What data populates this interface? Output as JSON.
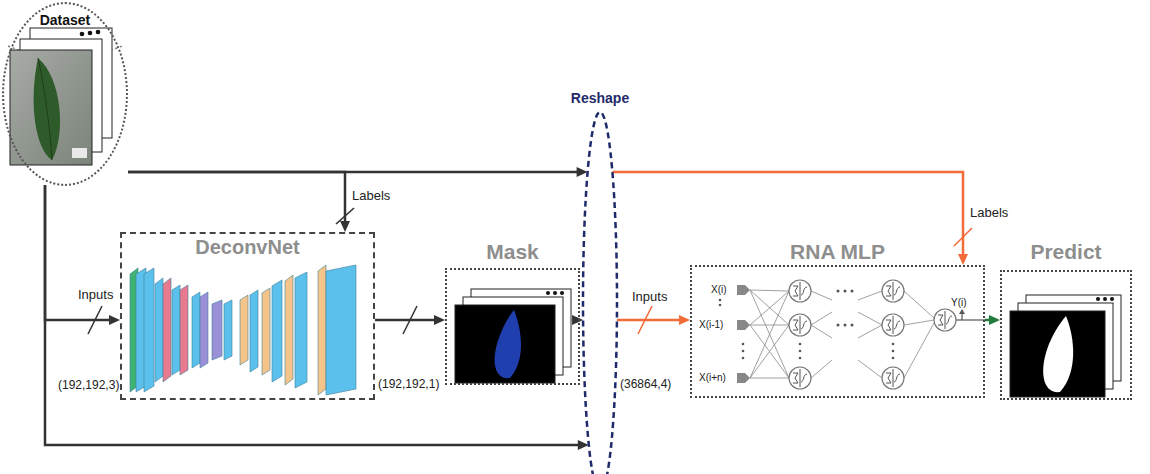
{
  "diagram": {
    "nodes": [
      {
        "text": [
          "Dataset"
        ]
      },
      {
        "text": [
          "DeconvNet"
        ]
      },
      {
        "text": [
          "Mask"
        ]
      },
      {
        "text": [
          "Reshape"
        ]
      },
      {
        "text": [
          "RNA MLP"
        ]
      },
      {
        "text": [
          "Predict"
        ]
      }
    ],
    "edges": [
      {
        "from": 0,
        "to": 1,
        "arrow": "to"
      },
      {
        "from": 0,
        "to": 1,
        "label": "Labels",
        "arrow": "to"
      },
      {
        "from": 0,
        "to": 3,
        "arrow": "to"
      },
      {
        "from": 0,
        "to": 3,
        "arrow": "to"
      },
      {
        "from": 1,
        "to": 2,
        "arrow": "to"
      },
      {
        "from": 2,
        "to": 3,
        "arrow": "to"
      },
      {
        "from": 3,
        "to": 4,
        "arrow": "to"
      },
      {
        "from": 3,
        "to": 4,
        "label": "Labels",
        "arrow": "to"
      },
      {
        "from": 4,
        "to": 5,
        "arrow": "to"
      }
    ],
    "labels": [
      "Inputs",
      "(192,192,3)",
      "(192,192,1)",
      "Inputs",
      "(36864,4)",
      "X(i)",
      "X(i-1)",
      "X(i+n)",
      "Y(i)"
    ]
  }
}
